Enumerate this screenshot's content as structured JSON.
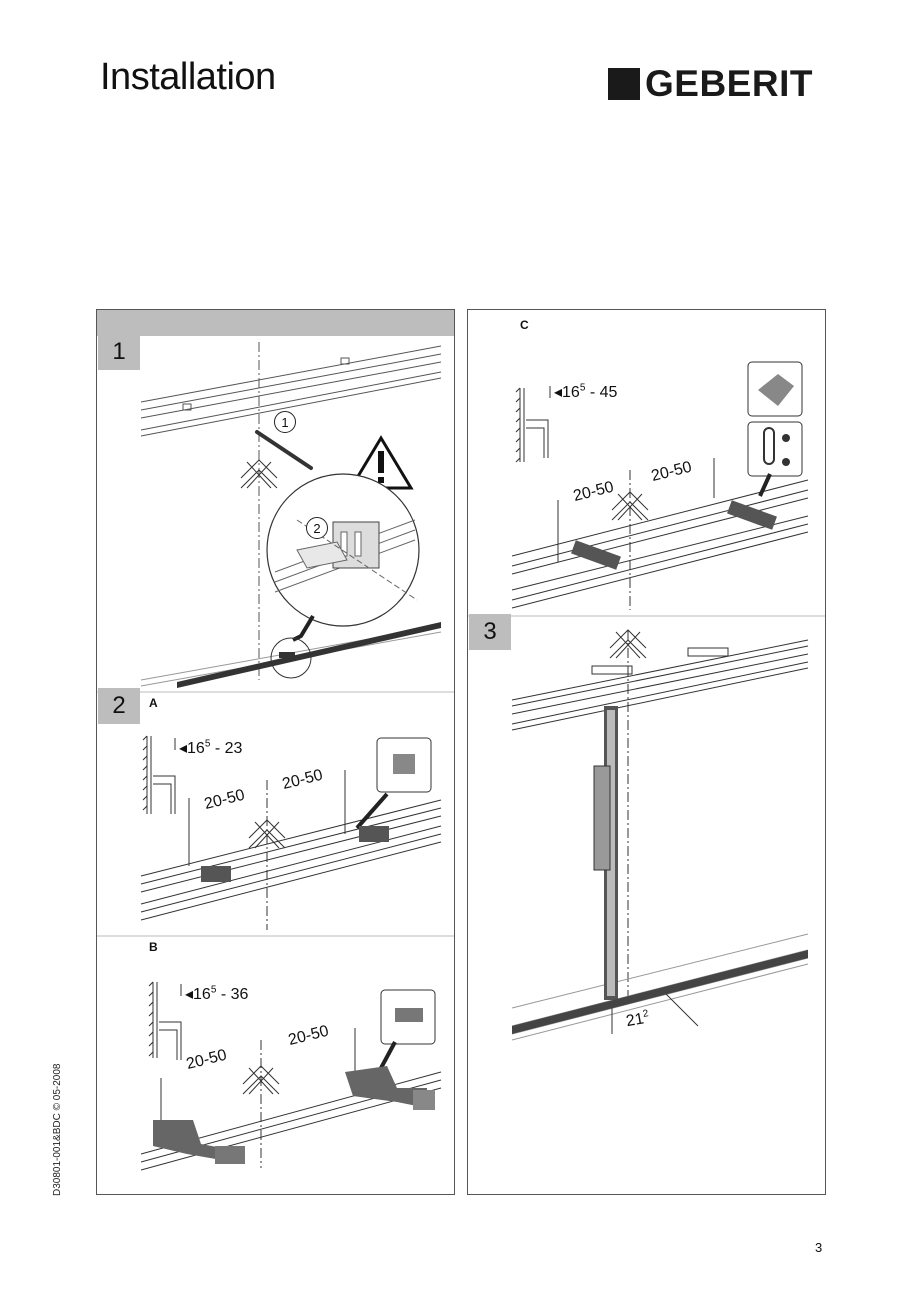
{
  "header": {
    "title": "Installation",
    "logo_text": "GEBERIT"
  },
  "steps": {
    "s1": {
      "number": "1",
      "callout1": "1",
      "callout2": "2"
    },
    "s2": {
      "number": "2",
      "a": {
        "label": "A",
        "wall_dim": "16",
        "wall_dim_sup": "5",
        "wall_dim_rest": " - 23",
        "left": "20-50",
        "right": "20-50"
      },
      "b": {
        "label": "B",
        "wall_dim": "16",
        "wall_dim_sup": "5",
        "wall_dim_rest": " - 36",
        "left": "20-50",
        "right": "20-50"
      }
    },
    "c": {
      "label": "C",
      "wall_dim": "16",
      "wall_dim_sup": "5",
      "wall_dim_rest": " - 45",
      "left": "20-50",
      "right": "20-50"
    },
    "s3": {
      "number": "3",
      "dim": "21",
      "dim_sup": "2"
    }
  },
  "footer": {
    "doc_code": "D30801-001&BDC © 05-2008",
    "page_number": "3"
  },
  "colors": {
    "step_bg": "#bdbdbd",
    "rail": "#444444",
    "line": "#222222"
  }
}
